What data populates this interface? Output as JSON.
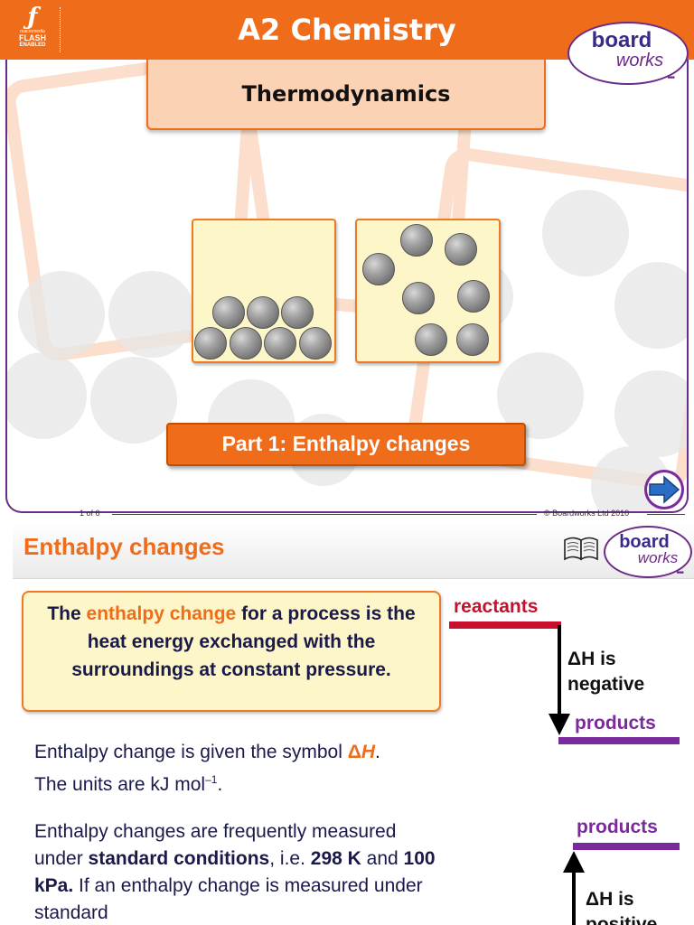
{
  "slide1": {
    "flash_badge": {
      "line1": "macromedia",
      "line2": "FLASH",
      "line3": "ENABLED"
    },
    "header_title": "A2 Chemistry",
    "logo": {
      "board": "board",
      "works": "works",
      "dots": "•••"
    },
    "subtitle": "Thermodynamics",
    "part_button": "Part 1: Enthalpy changes",
    "page_indicator": "1 of 6",
    "copyright": "© Boardworks Ltd 2010",
    "next_icon": "right-arrow-icon"
  },
  "slide2": {
    "title": "Enthalpy changes",
    "book_icon": "book-icon",
    "logo": {
      "board": "board",
      "works": "works",
      "dots": "•••"
    },
    "definition": {
      "part1": "The ",
      "highlight": "enthalpy change",
      "part2": " for a process is the heat energy exchanged with the surroundings at constant pressure."
    },
    "symbol_text": {
      "before": "Enthalpy change is given the symbol ",
      "delta": "Δ",
      "symbol": "H",
      "after": "."
    },
    "units_text": {
      "before": "The units are kJ mol",
      "sup": "–1",
      "after": "."
    },
    "standard_text": {
      "p1": "Enthalpy changes are frequently measured under ",
      "b1": "standard conditions",
      "p2": ", i.e. ",
      "b2": "298 K",
      "p3": " and ",
      "b3": "100 kPa.",
      "p4": " If an enthalpy change is measured under standard"
    },
    "exo_diagram": {
      "top_label": "reactants",
      "bottom_label": "products",
      "dh_line1": "ΔH is",
      "dh_line2": "negative"
    },
    "endo_diagram": {
      "top_label": "products",
      "dh_line1": "ΔH is",
      "dh_line2": "positive"
    },
    "colors": {
      "orange": "#ef6c1a",
      "purple": "#7b2a9c",
      "red": "#c8102e"
    }
  }
}
